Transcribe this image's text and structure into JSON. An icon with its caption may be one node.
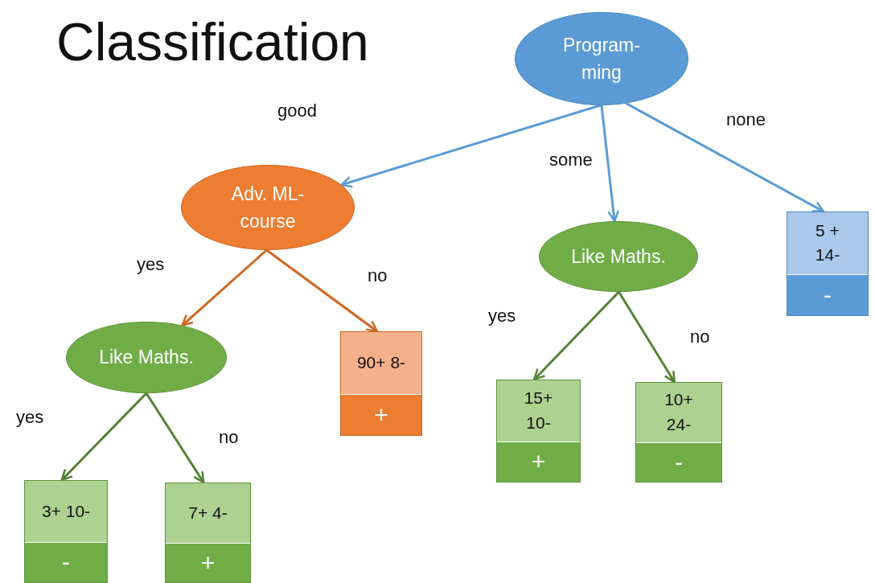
{
  "diagram": {
    "title": "Classification",
    "nodes": [
      {
        "text": [
          "Program- ming"
        ]
      },
      {
        "text": [
          "Adv. ML- course"
        ]
      },
      {
        "text": [
          "Like Maths."
        ]
      },
      {
        "text": [
          "3+ 10-",
          "-"
        ]
      },
      {
        "text": [
          "7+ 4-",
          "+"
        ]
      },
      {
        "text": [
          "90+ 8-",
          "+"
        ]
      },
      {
        "text": [
          "Like Maths."
        ]
      },
      {
        "text": [
          "15+ 10-",
          "+"
        ]
      },
      {
        "text": [
          "10+ 24-",
          "-"
        ]
      },
      {
        "text": [
          "5 + 14-",
          "-"
        ]
      }
    ],
    "edges": [
      {
        "from": 0,
        "to": 1,
        "arrow": "to",
        "label": "good",
        "color": "#5b9bd5"
      },
      {
        "from": 0,
        "to": 6,
        "arrow": "to",
        "label": "some",
        "color": "#5b9bd5"
      },
      {
        "from": 0,
        "to": 9,
        "arrow": "to",
        "label": "none",
        "color": "#5b9bd5"
      },
      {
        "from": 1,
        "to": 2,
        "arrow": "to",
        "label": "yes",
        "color": "#d0661f"
      },
      {
        "from": 1,
        "to": 5,
        "arrow": "to",
        "label": "no",
        "color": "#d0661f"
      },
      {
        "from": 2,
        "to": 3,
        "arrow": "to",
        "label": "yes"
      },
      {
        "from": 2,
        "to": 4,
        "arrow": "to",
        "label": "no"
      },
      {
        "from": 6,
        "to": 7,
        "arrow": "to",
        "label": "yes"
      },
      {
        "from": 6,
        "to": 8,
        "arrow": "to",
        "label": "no"
      }
    ]
  }
}
